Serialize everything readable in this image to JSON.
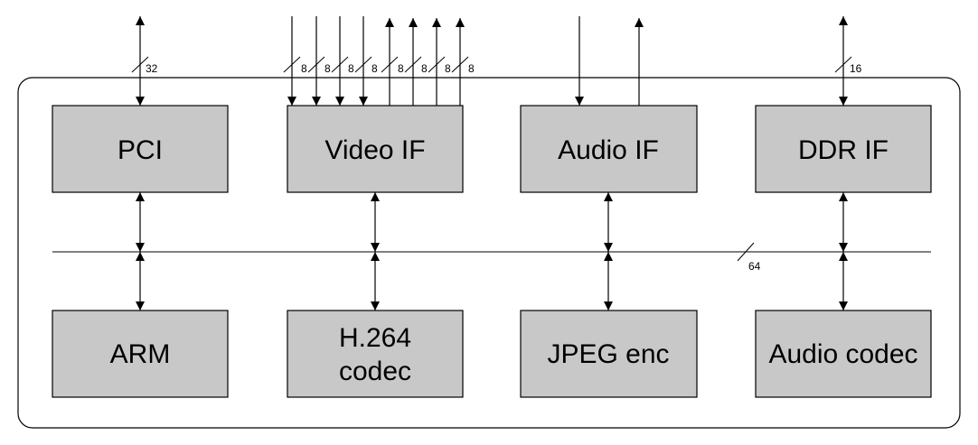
{
  "blocks": {
    "pci": "PCI",
    "video_if": "Video IF",
    "audio_if": "Audio IF",
    "ddr_if": "DDR IF",
    "arm": "ARM",
    "h264_line1": "H.264",
    "h264_line2": "codec",
    "jpeg_enc": "JPEG enc",
    "audio_codec": "Audio codec"
  },
  "bus_widths": {
    "pci": "32",
    "video": [
      "8",
      "8",
      "8",
      "8",
      "8",
      "8",
      "8",
      "8"
    ],
    "ddr": "16",
    "internal_bus": "64"
  }
}
